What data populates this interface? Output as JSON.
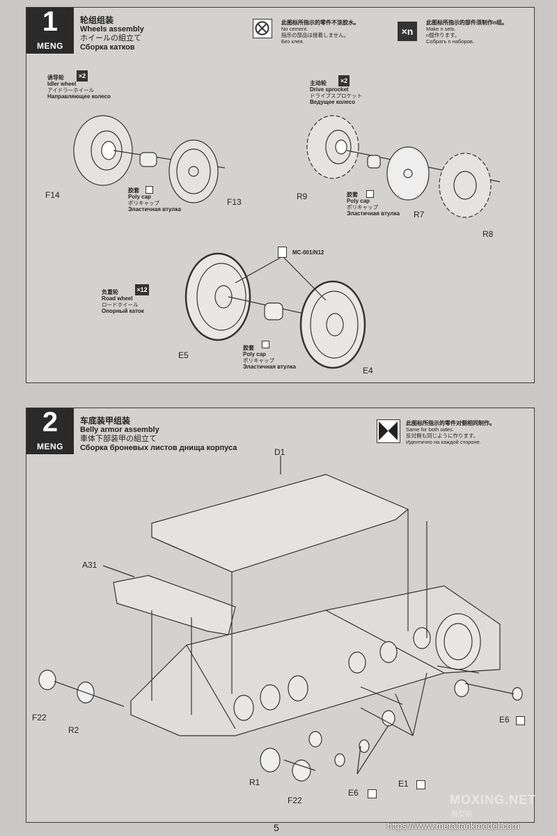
{
  "step1": {
    "number": "1",
    "logo": "MENG",
    "title_cn": "轮组组装",
    "title_en": "Wheels assembly",
    "title_jp": "ホイールの組立て",
    "title_ru": "Сборка катков",
    "note_no_cement": {
      "icon": "no-cement-icon",
      "cn": "此图标所指示的零件不涂胶水。",
      "en": "No cement.",
      "jp": "指示の部品は接着しません。",
      "ru": "Без клея."
    },
    "note_make_n": {
      "icon_text": "×n",
      "cn": "此图标所指示的部件须制作n组。",
      "en": "Make n sets.",
      "jp": "n個作ります。",
      "ru": "Собрать n наборов."
    },
    "idler": {
      "cn": "诱导轮",
      "en": "Idler wheel",
      "jp": "アイドラーホイール",
      "ru": "Направляющее колесо",
      "mult": "×2"
    },
    "drive": {
      "cn": "主动轮",
      "en": "Drive sprocket",
      "jp": "ドライブスプロケット",
      "ru": "Ведущее колесо",
      "mult": "×2"
    },
    "road": {
      "cn": "负重轮",
      "en": "Road wheel",
      "jp": "ロードホイール",
      "ru": "Опорный каток",
      "mult": "×12"
    },
    "polycap": {
      "cn": "胶套",
      "en": "Poly cap",
      "jp": "ポリキャップ",
      "ru": "Эластичная втулка"
    },
    "paint_ref": "MC-001/N12",
    "parts": {
      "F14": "F14",
      "F13": "F13",
      "R9": "R9",
      "R7": "R7",
      "R8": "R8",
      "E5": "E5",
      "E4": "E4"
    }
  },
  "step2": {
    "number": "2",
    "logo": "MENG",
    "title_cn": "车底装甲组装",
    "title_en": "Belly armor assembly",
    "title_jp": "車体下部装甲の組立て",
    "title_ru": "Сборка броневых листов днища корпуса",
    "note_same": {
      "icon": "same-both-sides-icon",
      "cn": "此图标所指示的零件对侧相同制作。",
      "en": "Same for both sides.",
      "jp": "反対側も同じように作ります。",
      "ru": "Идентично на каждой стороне."
    },
    "parts": {
      "D1": "D1",
      "A31": "A31",
      "F22a": "F22",
      "R2": "R2",
      "R1": "R1",
      "F22b": "F22",
      "E6a": "E6",
      "E6b": "E6",
      "E1": "E1"
    }
  },
  "footer": {
    "page": "5",
    "url": "https://www.metaltankmodel.com",
    "watermark": "MOXING.NET",
    "watermark_sub": "模型网"
  }
}
